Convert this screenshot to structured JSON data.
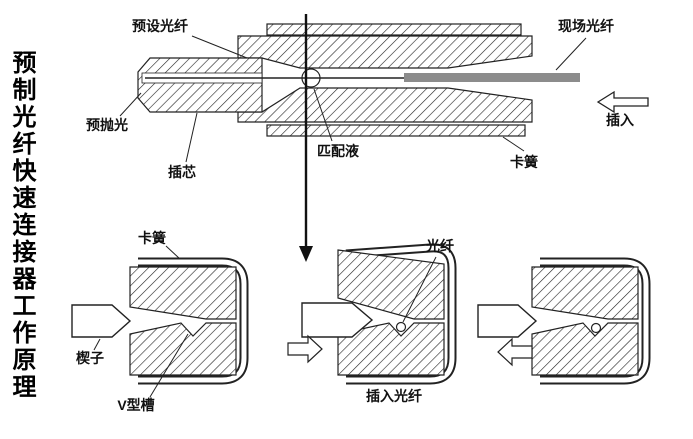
{
  "title": {
    "text": "预制光纤快速连接器工作原理"
  },
  "top_diagram": {
    "labels": {
      "preset_fiber": "预设光纤",
      "field_fiber": "现场光纤",
      "pre_polish": "预抛光",
      "ferrule": "插芯",
      "matching_gel": "匹配液",
      "retaining_clip": "卡簧",
      "insert": "插入"
    }
  },
  "bottom_diagram": {
    "labels": {
      "retaining_clip": "卡簧",
      "fiber": "光纤",
      "wedge": "楔子",
      "v_groove": "V型槽",
      "insert_fiber": "插入光纤"
    }
  },
  "colors": {
    "background": "#ffffff",
    "line": "#222222",
    "fiber_gray": "#8c8c8c"
  }
}
